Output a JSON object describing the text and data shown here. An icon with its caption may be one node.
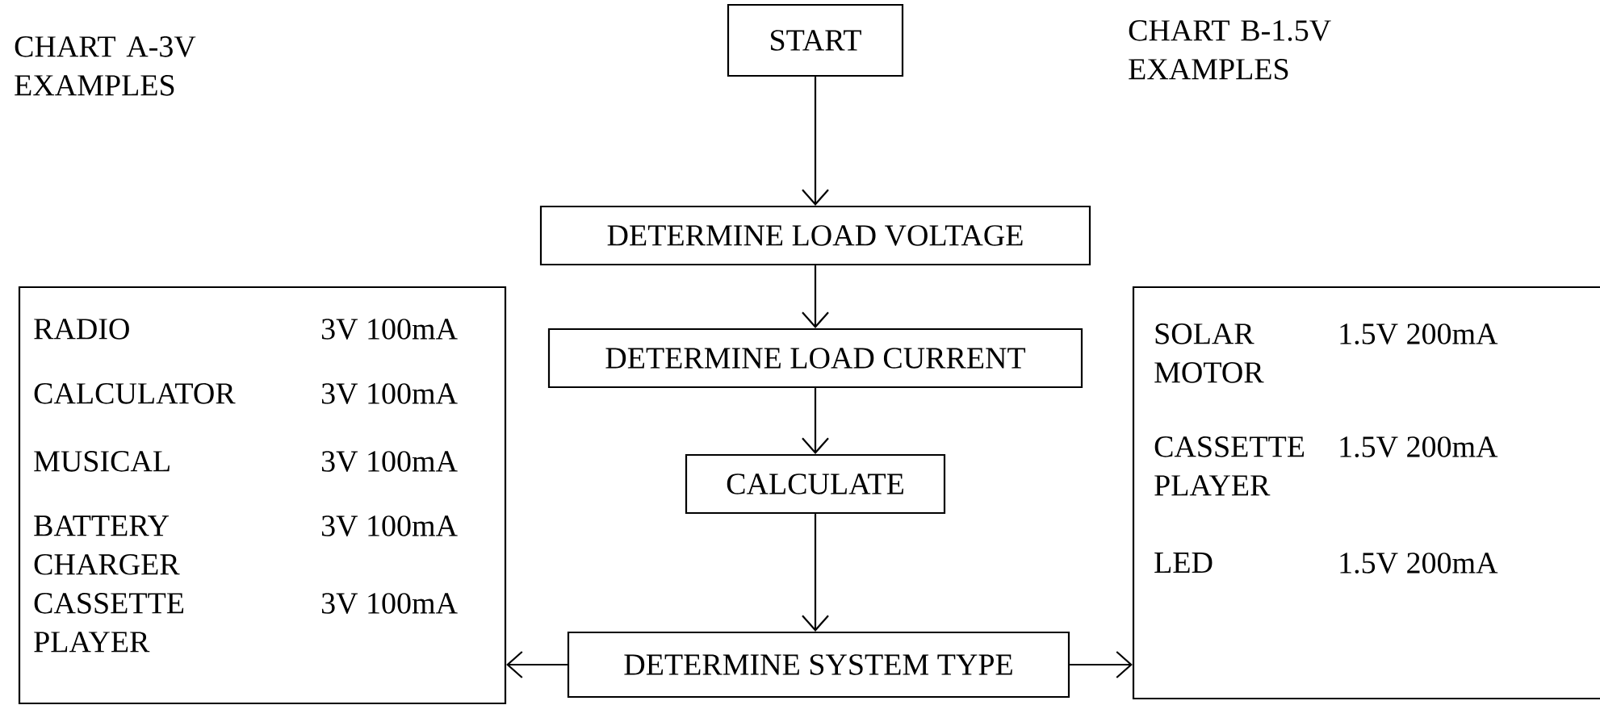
{
  "diagram": {
    "nodes": [
      {
        "text": [
          "START"
        ]
      },
      {
        "text": [
          "DETERMINE LOAD VOLTAGE"
        ]
      },
      {
        "text": [
          "DETERMINE LOAD CURRENT"
        ]
      },
      {
        "text": [
          "CALCULATE"
        ]
      },
      {
        "text": [
          "DETERMINE SYSTEM TYPE"
        ]
      },
      {
        "text": [
          "RADIO",
          "3V 100mA",
          "CALCULATOR",
          "3V 100mA",
          "MUSICAL",
          "3V 100mA",
          "BATTERY CHARGER",
          "3V 100mA",
          "CASSETTE PLAYER",
          "3V 100mA"
        ]
      },
      {
        "text": [
          "SOLAR MOTOR",
          "1.5V 200mA",
          "CASSETTE PLAYER",
          "1.5V 200mA",
          "LED",
          "1.5V 200mA"
        ]
      }
    ],
    "edges": [
      {
        "from": 0,
        "to": 1,
        "arrow": "to"
      },
      {
        "from": 1,
        "to": 2,
        "arrow": "to"
      },
      {
        "from": 2,
        "to": 3,
        "arrow": "to"
      },
      {
        "from": 3,
        "to": 4,
        "arrow": "to"
      },
      {
        "from": 4,
        "to": 5,
        "arrow": "to"
      },
      {
        "from": 4,
        "to": 6,
        "arrow": "to"
      }
    ],
    "labels": [
      "CHART A-3V EXAMPLES",
      "CHART B-1.5V EXAMPLES"
    ]
  }
}
